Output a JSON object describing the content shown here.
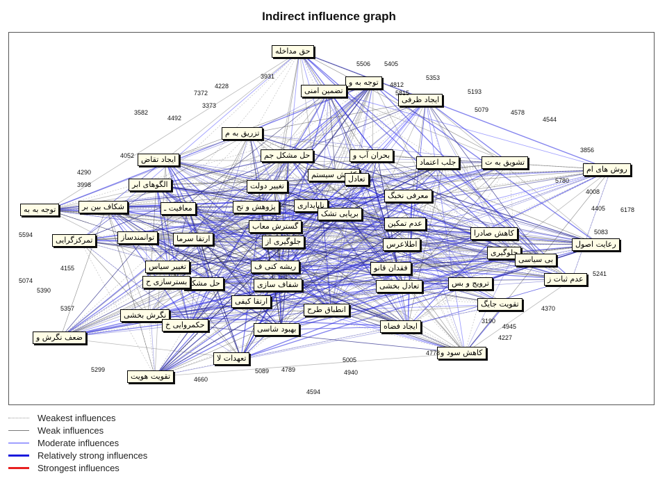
{
  "title": "Indirect influence graph",
  "nodes": [
    {
      "label": "حق مداخله"
    },
    {
      "label": "توجه به و"
    },
    {
      "label": "تضمین امنی"
    },
    {
      "label": "ایجاد ظرفی"
    },
    {
      "label": "تزریق به م"
    },
    {
      "label": "حل مشکل جم"
    },
    {
      "label": "بحران آب و"
    },
    {
      "label": "جلب اعتماد"
    },
    {
      "label": "تشویق به ت"
    },
    {
      "label": "روش های ام"
    },
    {
      "label": "ایجاد تقاض"
    },
    {
      "label": "تغییر دولت"
    },
    {
      "label": "کاهش سیستم"
    },
    {
      "label": "تعادل"
    },
    {
      "label": "معرفی نخبگ"
    },
    {
      "label": "الگوهای ابر"
    },
    {
      "label": "پژوهش و تح"
    },
    {
      "label": "ناپایداری"
    },
    {
      "label": "شکاف بین بر"
    },
    {
      "label": "معافیت ـ"
    },
    {
      "label": "توجه به به"
    },
    {
      "label": "گسترش معاب"
    },
    {
      "label": "برپایی تشک"
    },
    {
      "label": "عدم تمکین"
    },
    {
      "label": "کاهش صادرا"
    },
    {
      "label": "رعایت اصول"
    },
    {
      "label": "تمرکزگرایی"
    },
    {
      "label": "توانمندساز"
    },
    {
      "label": "ارتقا سرما"
    },
    {
      "label": "جلوگیری از"
    },
    {
      "label": "اطلاعرس"
    },
    {
      "label": "جلوگیری"
    },
    {
      "label": "بی سیاسی"
    },
    {
      "label": "تغییر سیاس"
    },
    {
      "label": "ریشه کنی ف"
    },
    {
      "label": "فقدان قانو"
    },
    {
      "label": "عدم ثبات ز"
    },
    {
      "label": "حل مشکل"
    },
    {
      "label": "بسترسازی ح"
    },
    {
      "label": "شفاف سازی"
    },
    {
      "label": "تعادل بخشی"
    },
    {
      "label": "ترویج و بس"
    },
    {
      "label": "ارتقا کیفی"
    },
    {
      "label": "تقویت جایگ"
    },
    {
      "label": "نگرش بخشی"
    },
    {
      "label": "انطباق طرح"
    },
    {
      "label": "حکمروایی خ"
    },
    {
      "label": "بهبود شاسی"
    },
    {
      "label": "ایجاد فضاه"
    },
    {
      "label": "ضعف نگرش و"
    },
    {
      "label": "تعهدات لا"
    },
    {
      "label": "کاهش سود و"
    },
    {
      "label": "تقویت هویت"
    }
  ],
  "edge_weights": [
    "5506",
    "5405",
    "5353",
    "5193",
    "5079",
    "4578",
    "4544",
    "7372",
    "3373",
    "3582",
    "4492",
    "4228",
    "4290",
    "3998",
    "4052",
    "6178",
    "4405",
    "5594",
    "5074",
    "5390",
    "4155",
    "5357",
    "5241",
    "4370",
    "3190",
    "4945",
    "4227",
    "5299",
    "4660",
    "5089",
    "4789",
    "4940",
    "4594",
    "4778",
    "5005",
    "5815",
    "3856",
    "4008",
    "5083",
    "5780",
    "4812",
    "3931"
  ],
  "legend": [
    {
      "label": "Weakest influences",
      "color": "#9a9a9a",
      "style": "dotted"
    },
    {
      "label": "Weak influences",
      "color": "#7a7a7a",
      "style": "solid"
    },
    {
      "label": "Moderate influences",
      "color": "#4a4aff",
      "style": "solid"
    },
    {
      "label": "Relatively strong influences",
      "color": "#1a1add",
      "style": "solid"
    },
    {
      "label": "Strongest influences",
      "color": "#e82020",
      "style": "solid"
    }
  ]
}
